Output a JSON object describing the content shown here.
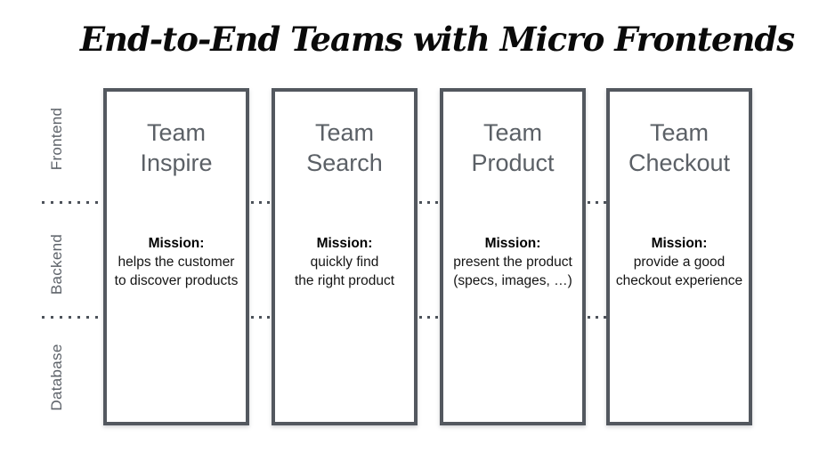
{
  "title": {
    "text_normal": "End-to-End Teams with ",
    "text_bold": "Micro Frontends"
  },
  "layers": [
    {
      "label": "Frontend"
    },
    {
      "label": "Backend"
    },
    {
      "label": "Database"
    }
  ],
  "teams": [
    {
      "name_line1": "Team",
      "name_line2": "Inspire",
      "mission_label": "Mission:",
      "mission_line1": "helps the customer",
      "mission_line2": "to discover products"
    },
    {
      "name_line1": "Team",
      "name_line2": "Search",
      "mission_label": "Mission:",
      "mission_line1": "quickly find",
      "mission_line2": "the right product"
    },
    {
      "name_line1": "Team",
      "name_line2": "Product",
      "mission_label": "Mission:",
      "mission_line1": "present the product",
      "mission_line2": "(specs, images, …)"
    },
    {
      "name_line1": "Team",
      "name_line2": "Checkout",
      "mission_label": "Mission:",
      "mission_line1": "provide a good",
      "mission_line2": "checkout experience"
    }
  ],
  "colors": {
    "box_border": "#53585f",
    "team_name": "#5b6066",
    "layer_label": "#5d6269",
    "dots": "#4d525a",
    "title": "#0a0a0a",
    "mission_text": "#141414"
  }
}
